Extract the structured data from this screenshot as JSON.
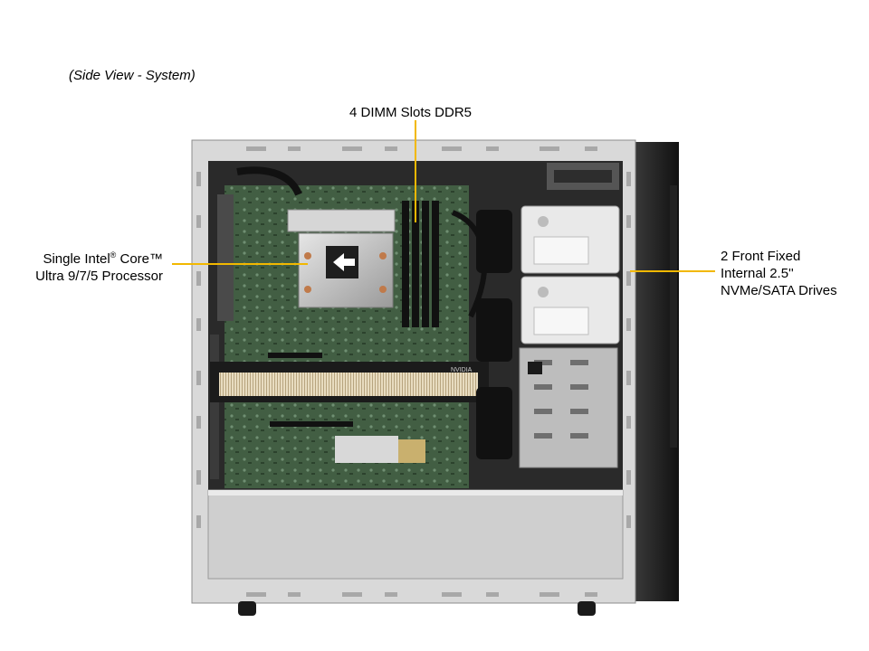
{
  "caption": "(Side View - System)",
  "callouts": {
    "dimm": "4 DIMM Slots DDR5",
    "cpu_line1_prefix": "Single Intel",
    "cpu_reg": "®",
    "cpu_line1_suffix": " Core™",
    "cpu_line2": "Ultra 9/7/5 Processor",
    "drives_line1": "2 Front Fixed",
    "drives_line2": "Internal 2.5''",
    "drives_line3": "NVMe/SATA Drives"
  },
  "colors": {
    "callout_line": "#f2b800",
    "chassis_frame": "#d8d8d8",
    "board": "#3f5a3f",
    "drive_bay": "#c9c9c9"
  }
}
